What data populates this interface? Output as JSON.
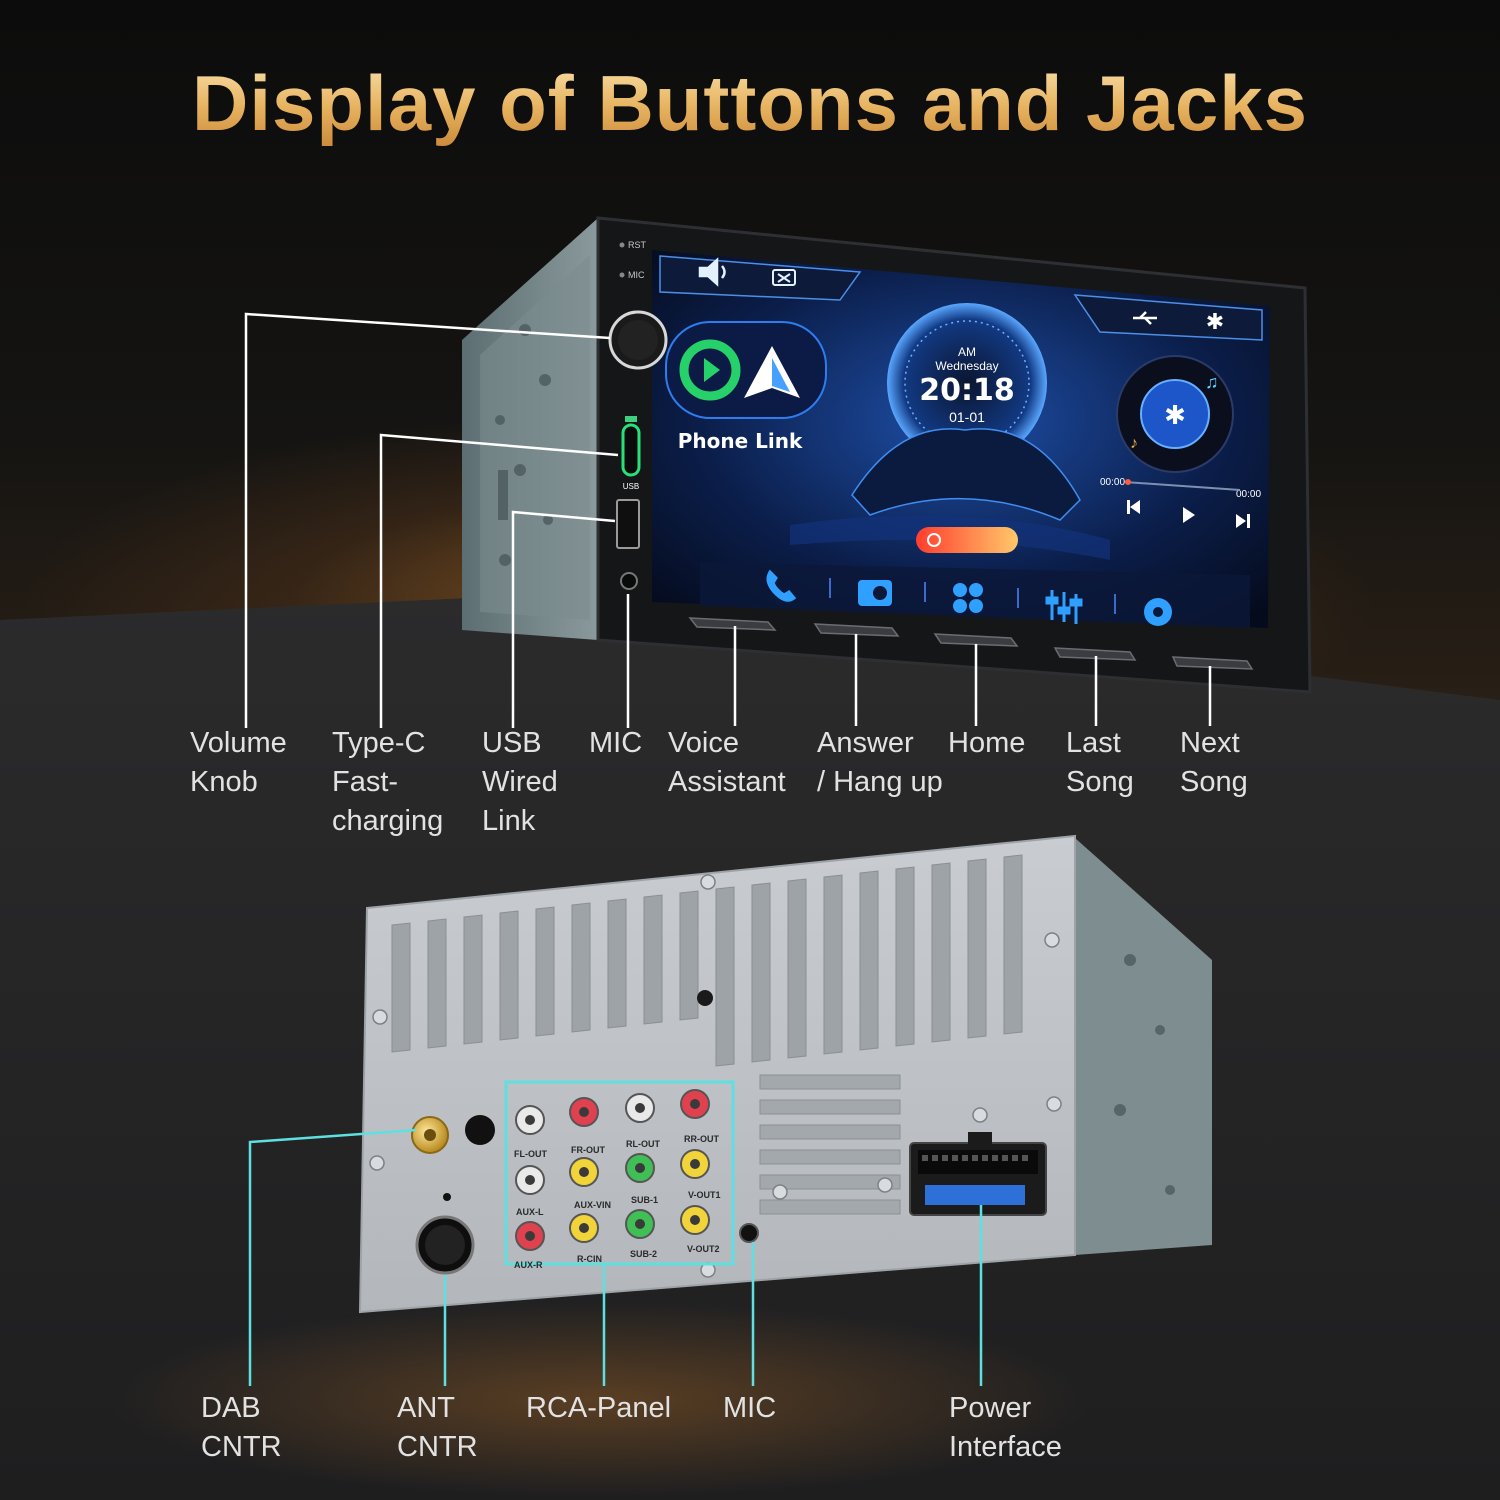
{
  "title": "Display of Buttons and Jacks",
  "screen": {
    "phone_link": "Phone Link",
    "clock_ampm": "AM",
    "clock_day": "Wednesday",
    "clock_time": "20:18",
    "clock_date": "01-01",
    "track_start": "00:00",
    "track_end": "00:00"
  },
  "panel_marks": {
    "rst": "RST",
    "mic": "MIC",
    "usb": "USB"
  },
  "front_labels": {
    "volume_knob": "Volume\nKnob",
    "type_c": "Type-C\nFast-\ncharging",
    "usb_wired": "USB\nWired\nLink",
    "mic": "MIC",
    "voice_assistant": "Voice\nAssistant",
    "answer_hangup": "Answer\n/ Hang up",
    "home": "Home",
    "last_song": "Last\nSong",
    "next_song": "Next\nSong"
  },
  "rca_jacks": {
    "fl_out": "FL-OUT",
    "fr_out": "FR-OUT",
    "rl_out": "RL-OUT",
    "rr_out": "RR-OUT",
    "aux_l": "AUX-L",
    "aux_vin": "AUX-VIN",
    "sub_1": "SUB-1",
    "v_out1": "V-OUT1",
    "aux_r": "AUX-R",
    "r_cin": "R-CIN",
    "sub_2": "SUB-2",
    "v_out2": "V-OUT2"
  },
  "rear_labels": {
    "dab": "DAB\nCNTR",
    "ant": "ANT\nCNTR",
    "rca_panel": "RCA-Panel",
    "mic": "MIC",
    "power": "Power\nInterface"
  },
  "colors": {
    "title_gold": "#e6b25e",
    "callout_white": "#ffffff",
    "callout_cyan": "#5fe0e0",
    "screen_blue": "#1f6fd1"
  }
}
